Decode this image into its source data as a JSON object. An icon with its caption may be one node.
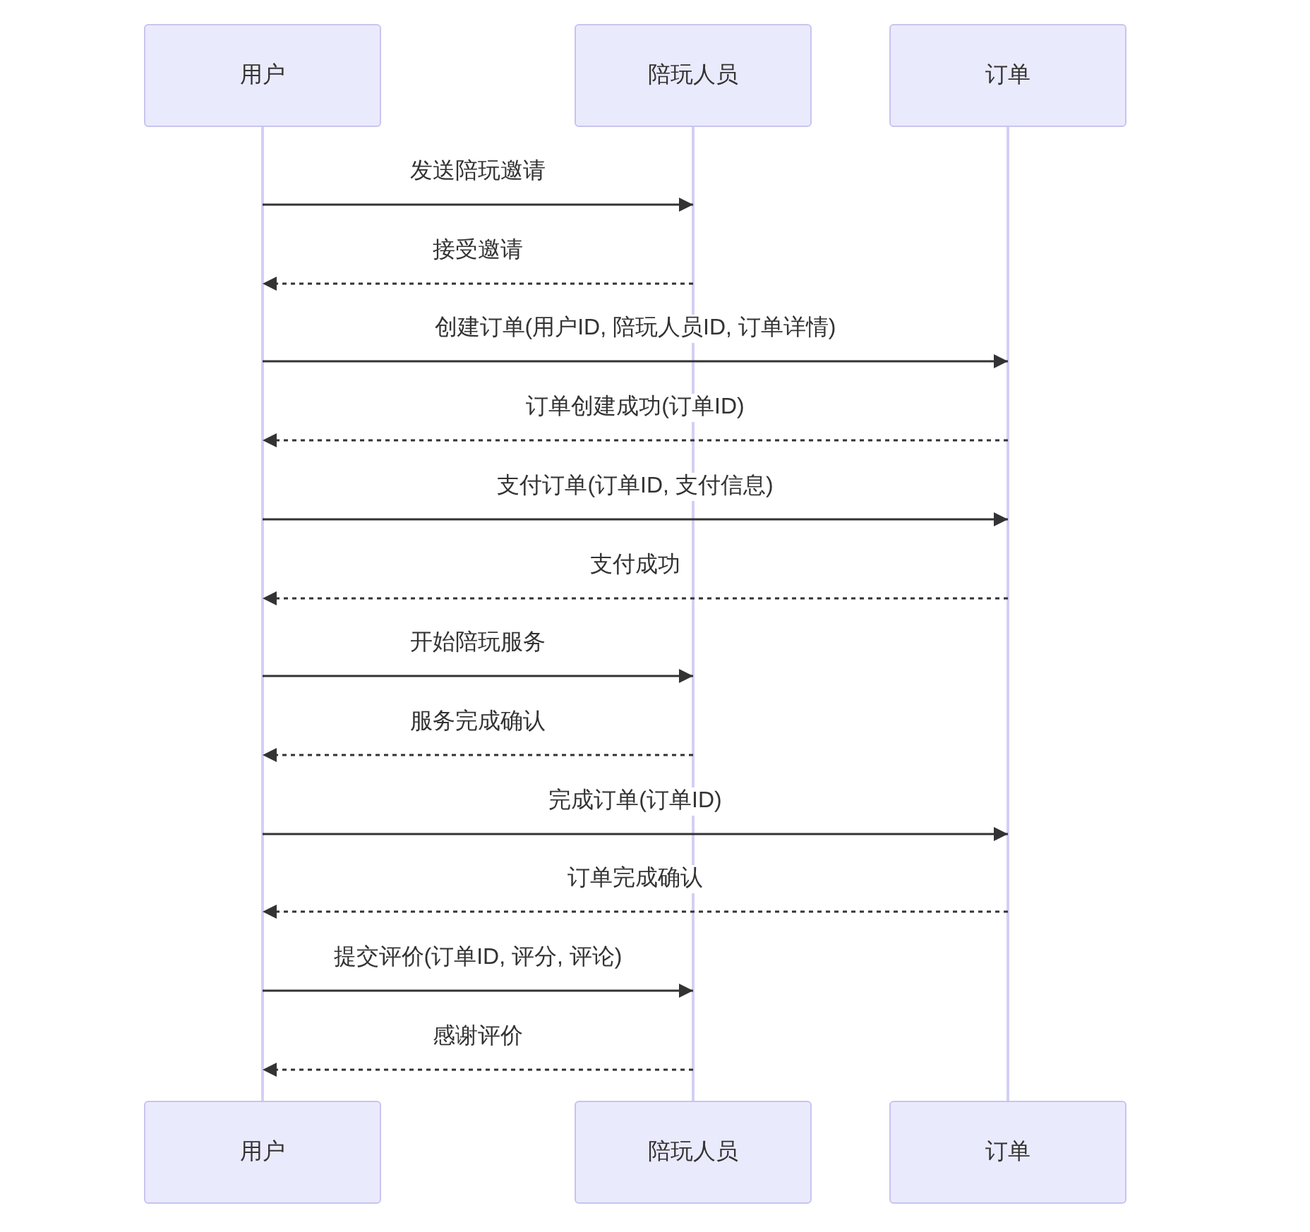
{
  "diagram": {
    "nodes": [
      {
        "text": [
          "用户"
        ]
      },
      {
        "text": [
          "陪玩人员"
        ]
      },
      {
        "text": [
          "订单"
        ]
      },
      {
        "text": [
          "用户"
        ]
      },
      {
        "text": [
          "陪玩人员"
        ]
      },
      {
        "text": [
          "订单"
        ]
      },
      {
        "text": [],
        "shape": "bar"
      },
      {
        "text": [],
        "shape": "bar"
      },
      {
        "text": [],
        "shape": "bar"
      }
    ],
    "edges": [
      {
        "from": 6,
        "to": 7,
        "arrow": "to",
        "label": "发送陪玩邀请"
      },
      {
        "from": 7,
        "to": 6,
        "arrow": "to",
        "label": "接受邀请",
        "style": "dashed"
      },
      {
        "from": 6,
        "to": 8,
        "arrow": "to",
        "label": "创建订单(用户ID, 陪玩人员ID, 订单详情)"
      },
      {
        "from": 8,
        "to": 6,
        "arrow": "to",
        "label": "订单创建成功(订单ID)",
        "style": "dashed"
      },
      {
        "from": 6,
        "to": 8,
        "arrow": "to",
        "label": "支付订单(订单ID, 支付信息)"
      },
      {
        "from": 8,
        "to": 6,
        "arrow": "to",
        "label": "支付成功",
        "style": "dashed"
      },
      {
        "from": 6,
        "to": 7,
        "arrow": "to",
        "label": "开始陪玩服务"
      },
      {
        "from": 7,
        "to": 6,
        "arrow": "to",
        "label": "服务完成确认",
        "style": "dashed"
      },
      {
        "from": 6,
        "to": 8,
        "arrow": "to",
        "label": "完成订单(订单ID)"
      },
      {
        "from": 8,
        "to": 6,
        "arrow": "to",
        "label": "订单完成确认",
        "style": "dashed"
      },
      {
        "from": 6,
        "to": 7,
        "arrow": "to",
        "label": "提交评价(订单ID, 评分, 评论)"
      },
      {
        "from": 7,
        "to": 6,
        "arrow": "to",
        "label": "感谢评价",
        "style": "dashed"
      }
    ]
  }
}
